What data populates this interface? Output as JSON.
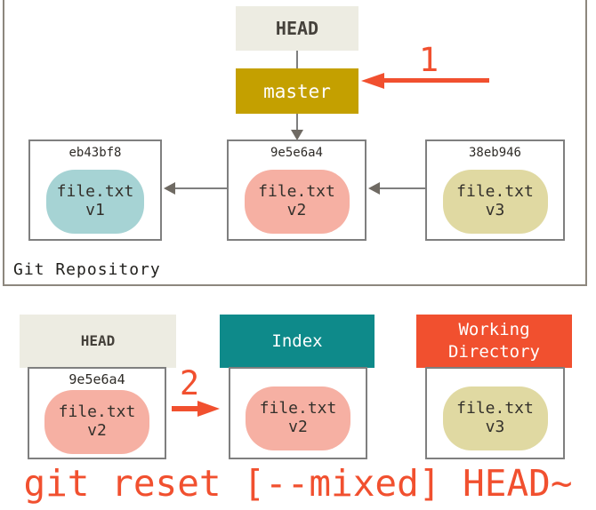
{
  "colors": {
    "accent_red": "#f1502f",
    "branch_gold": "#c4a000",
    "index_teal": "#0e8a8a",
    "header_cream": "#edece2",
    "blob_teal": "#a6d3d4",
    "blob_salmon": "#f6b0a3",
    "blob_khaki": "#e0d9a2",
    "border_gray": "#7f7f7f"
  },
  "repository": {
    "label": "Git Repository",
    "head": {
      "label": "HEAD"
    },
    "branch": {
      "label": "master"
    },
    "step1": "1",
    "commits": [
      {
        "hash": "eb43bf8",
        "file": "file.txt",
        "version": "v1"
      },
      {
        "hash": "9e5e6a4",
        "file": "file.txt",
        "version": "v2"
      },
      {
        "hash": "38eb946",
        "file": "file.txt",
        "version": "v3"
      }
    ]
  },
  "working_areas": {
    "step2": "2",
    "head": {
      "label": "HEAD",
      "hash": "9e5e6a4",
      "file": "file.txt",
      "version": "v2"
    },
    "index": {
      "label": "Index",
      "file": "file.txt",
      "version": "v2"
    },
    "working_directory": {
      "label": "Working Directory",
      "file": "file.txt",
      "version": "v3"
    }
  },
  "caption": "git reset [--mixed] HEAD~"
}
